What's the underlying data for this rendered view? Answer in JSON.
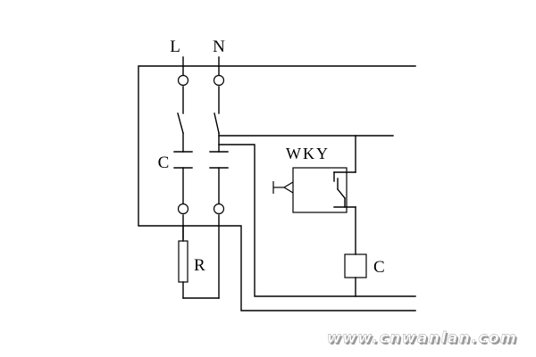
{
  "labels": {
    "live": "L",
    "neutral": "N",
    "contactor_contacts": "C",
    "thermostat": "WKY",
    "resistor": "R",
    "contactor_coil": "C"
  },
  "watermark": "www.cnwanlan.com",
  "colors": {
    "line": "#000000",
    "background": "#ffffff",
    "watermark_fill": "#ffffff",
    "watermark_shadow": "#9a9a9a"
  }
}
